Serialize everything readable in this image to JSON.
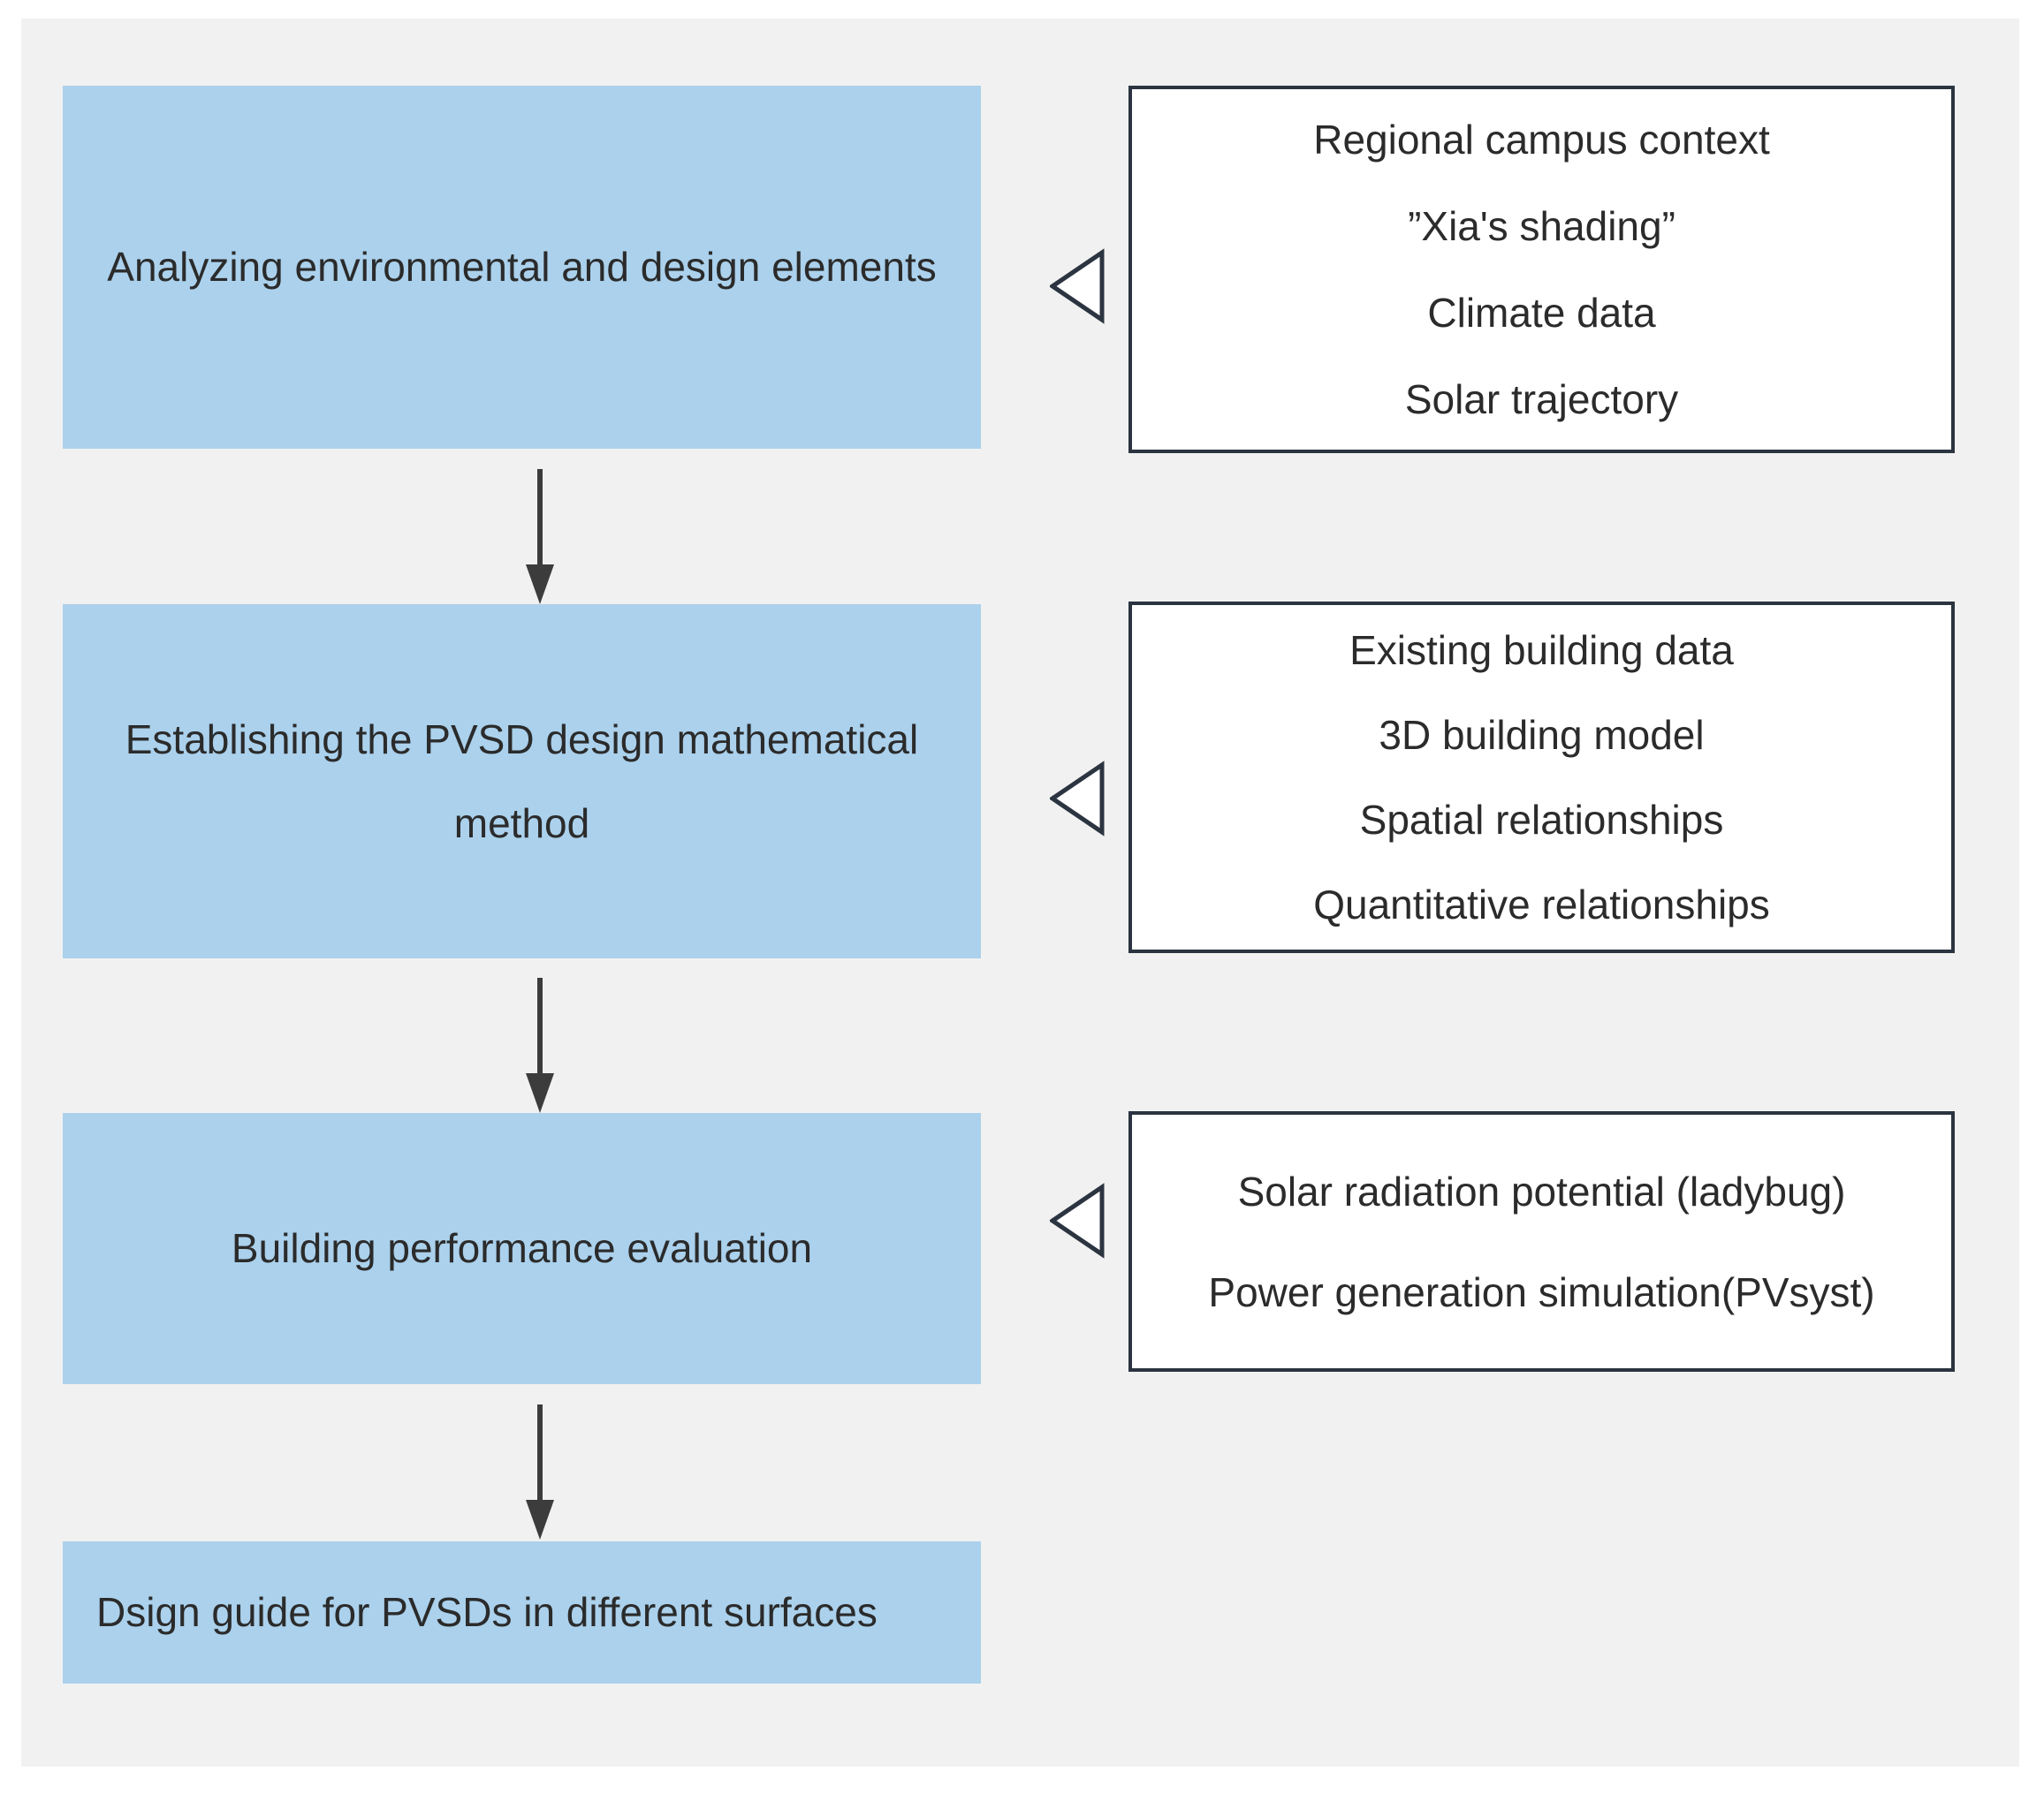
{
  "figure": {
    "background_color": "#f1f1f1",
    "page_color": "#ffffff",
    "stage_fill_color": "#abd1ec",
    "input_border_color": "#2b3440",
    "text_color": "#2b2b2b"
  },
  "stages": [
    {
      "id": "stage-1",
      "label": "Analyzing environmental and design elements"
    },
    {
      "id": "stage-2",
      "label": "Establishing the PVSD design mathematical method"
    },
    {
      "id": "stage-3",
      "label": "Building performance evaluation"
    },
    {
      "id": "stage-4",
      "label": "Dsign guide for PVSDs in different surfaces"
    }
  ],
  "input_groups": [
    {
      "id": "inputs-1",
      "lines": [
        "Regional campus context",
        "”Xia's shading”",
        "Climate data",
        "Solar trajectory"
      ]
    },
    {
      "id": "inputs-2",
      "lines": [
        "Existing building data",
        "3D building model",
        "Spatial relationships",
        "Quantitative relationships"
      ]
    },
    {
      "id": "inputs-3",
      "lines": [
        "Solar radiation potential (ladybug)",
        "Power generation simulation(PVsyst)"
      ]
    }
  ],
  "connectors": {
    "triangle_direction": "left",
    "triangle_fill": "#ffffff",
    "triangle_stroke": "#2b3440",
    "arrow_direction": "down",
    "arrow_color": "#3c3c3c"
  }
}
